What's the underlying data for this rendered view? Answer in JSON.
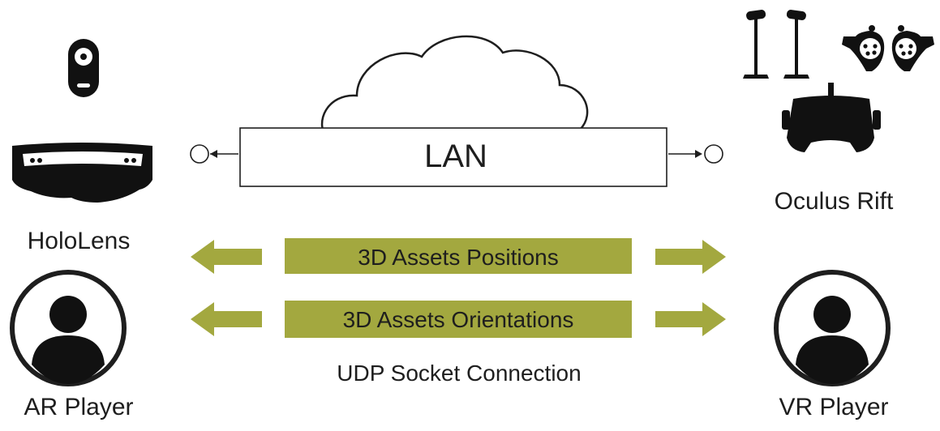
{
  "network": {
    "label": "LAN"
  },
  "devices": {
    "left_label": "HoloLens",
    "right_label": "Oculus Rift"
  },
  "players": {
    "left_label": "AR Player",
    "right_label": "VR Player"
  },
  "data_streams": [
    {
      "label": "3D Assets Positions"
    },
    {
      "label": "3D Assets Orientations"
    }
  ],
  "connection": {
    "label": "UDP Socket Connection"
  },
  "colors": {
    "stream_green": "#a3a83f",
    "ink": "#1e1e1e",
    "device_dark": "#111111"
  }
}
